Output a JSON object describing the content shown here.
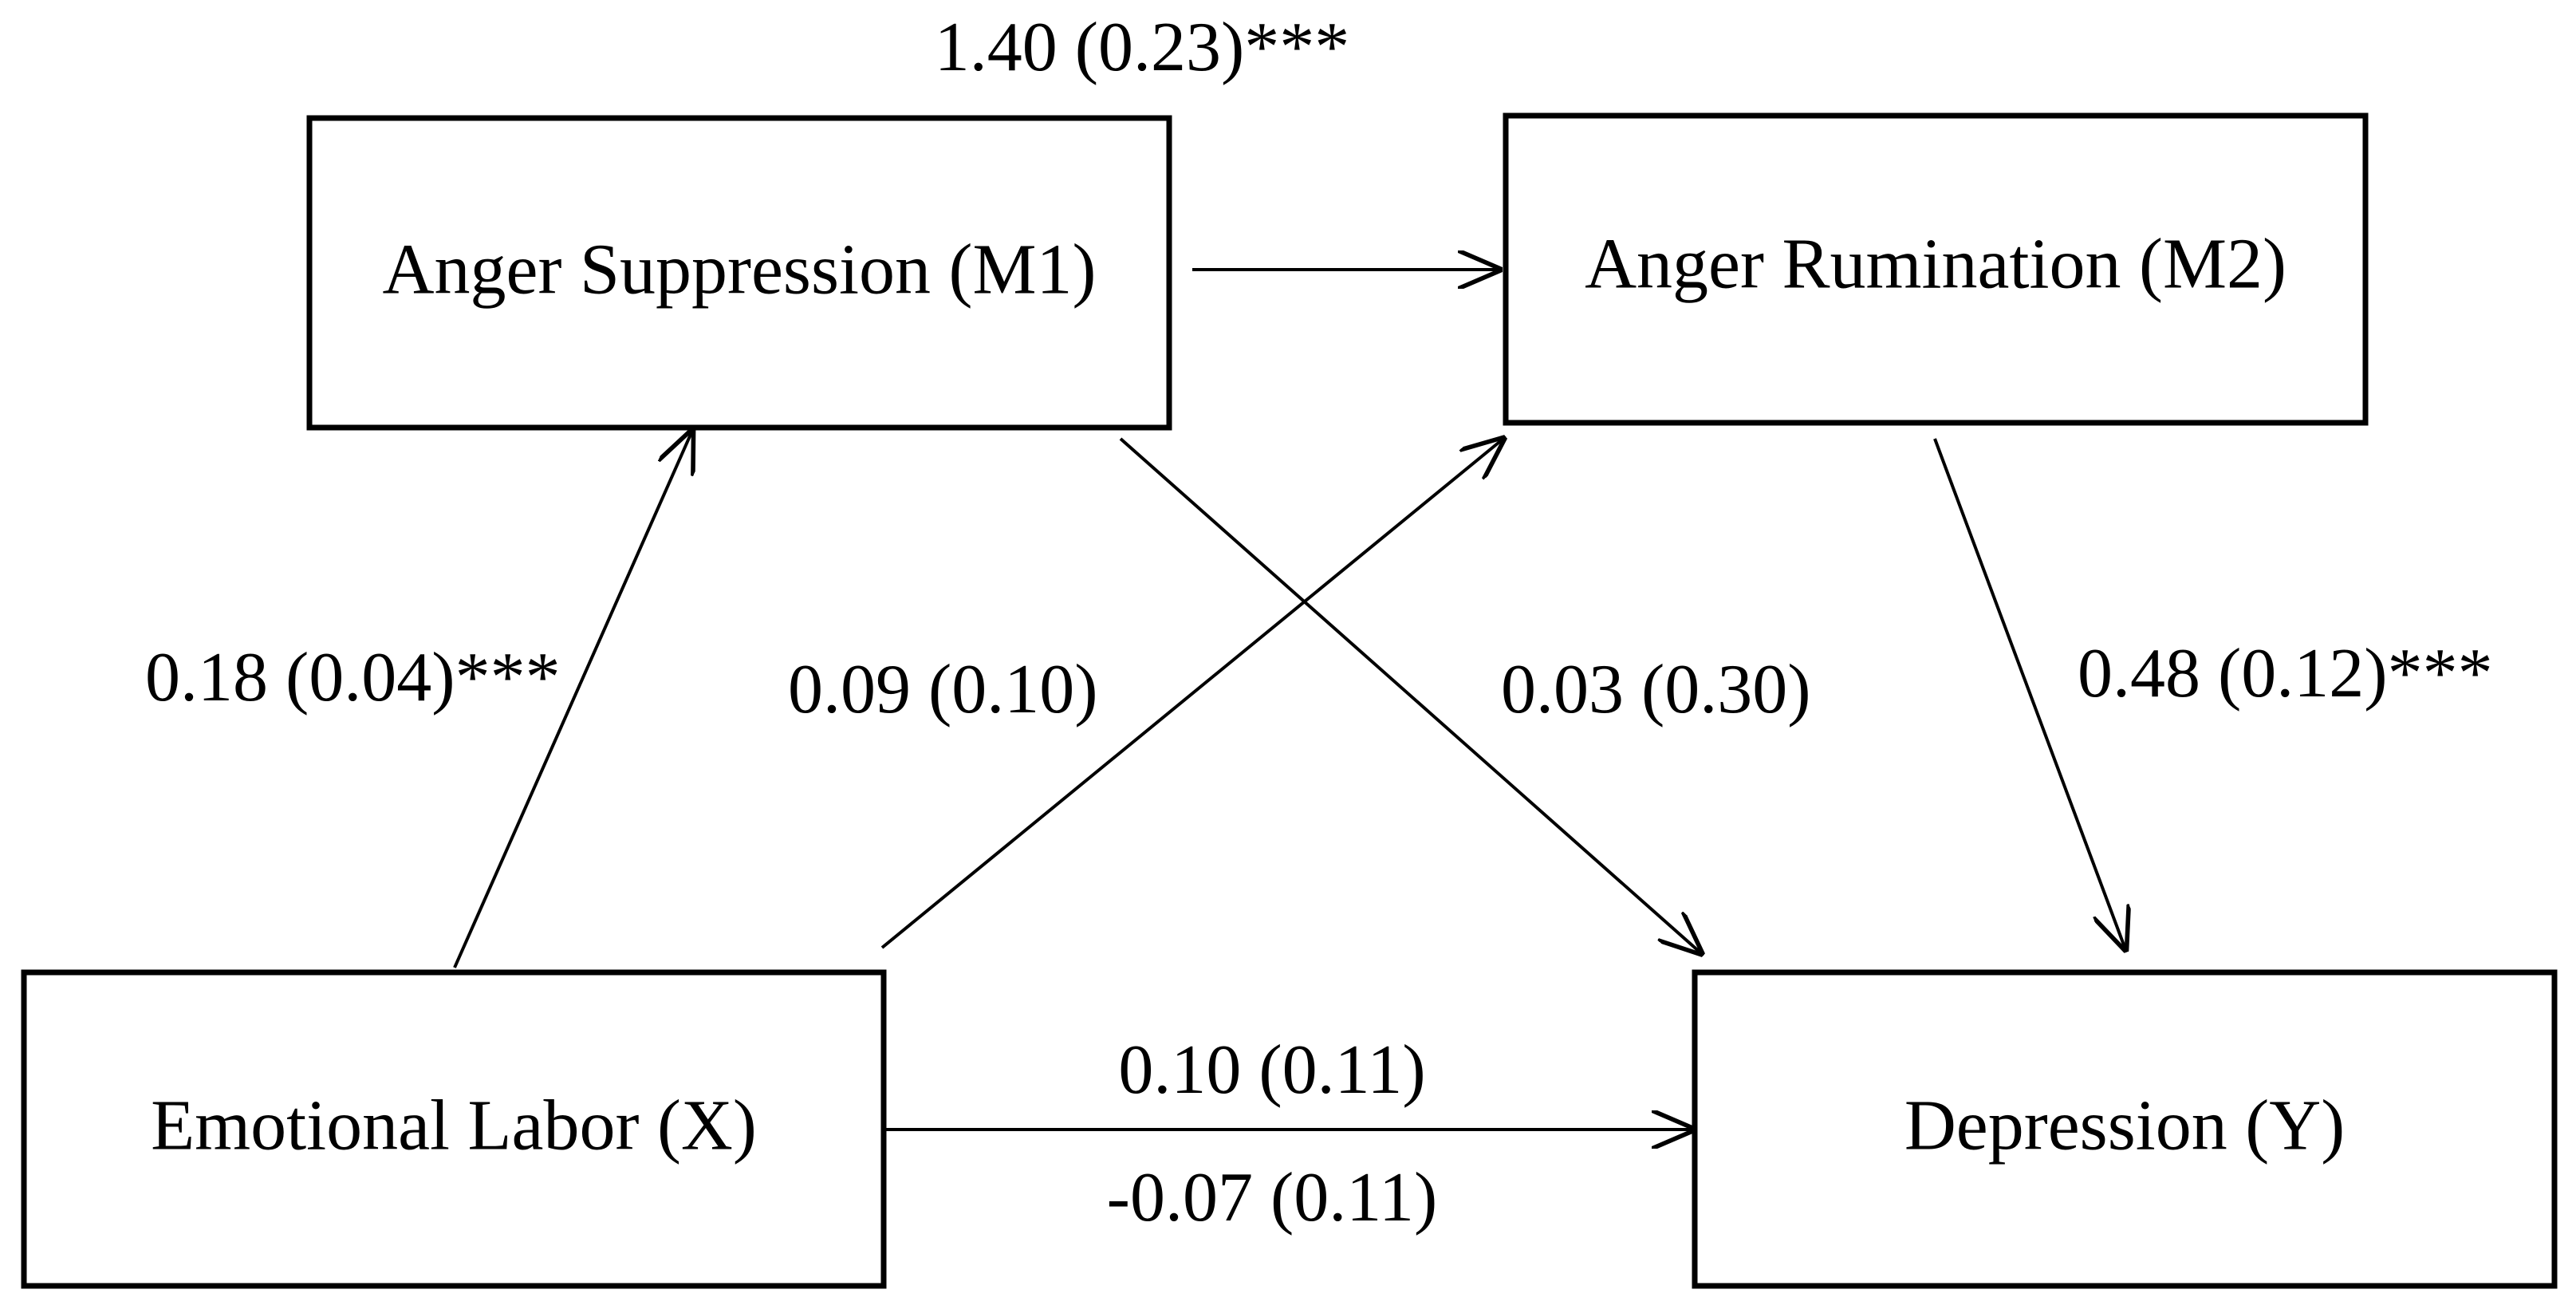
{
  "nodes": {
    "m1": "Anger Suppression (M1)",
    "m2": "Anger Rumination (M2)",
    "x": "Emotional Labor (X)",
    "y": "Depression (Y)"
  },
  "paths": {
    "m1_m2": "1.40 (0.23)***",
    "x_m1": "0.18 (0.04)***",
    "x_m2": "0.09 (0.10)",
    "m1_y": "0.03 (0.30)",
    "m2_y": "0.48 (0.12)***",
    "x_y_total": "0.10 (0.11)",
    "x_y_direct": "-0.07 (0.11)"
  }
}
